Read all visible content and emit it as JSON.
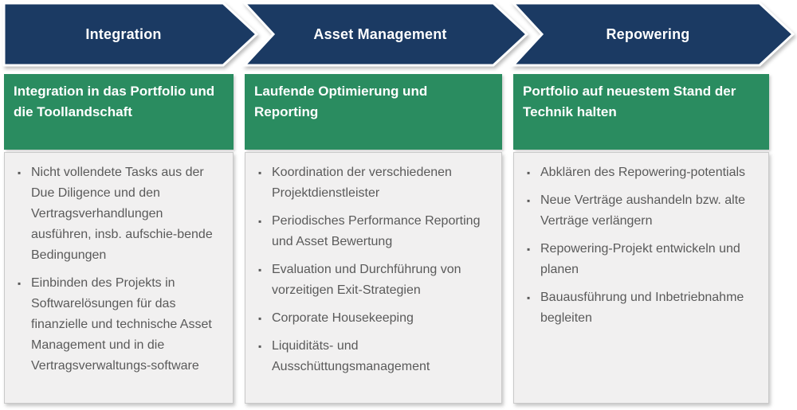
{
  "colors": {
    "chevron_navy": "#1B3A63",
    "subtitle_green": "#2A8C60",
    "body_gray": "#F1F0F0",
    "body_border": "#C9C9C9",
    "bullet_text": "#5A5A5A",
    "label_white": "#FFFFFF"
  },
  "columns": [
    {
      "phase": "Integration",
      "subtitle": "Integration in das Portfolio und die Toollandschaft",
      "bullets": [
        "Nicht vollendete Tasks aus der Due Diligence und den Vertragsverhandlungen ausführen, insb. aufschie-bende Bedingungen",
        "Einbinden des Projekts in Softwarelösungen für das finanzielle und technische Asset Management und in die Vertragsverwaltungs-software"
      ]
    },
    {
      "phase": "Asset Management",
      "subtitle": "Laufende Optimierung und Reporting",
      "bullets": [
        "Koordination der verschiedenen Projektdienstleister",
        "Periodisches Performance Reporting und Asset Bewertung",
        "Evaluation und Durchführung von vorzeitigen Exit-Strategien",
        "Corporate Housekeeping",
        "Liquiditäts- und Ausschüttungsmanagement"
      ]
    },
    {
      "phase": "Repowering",
      "subtitle": "Portfolio auf neuestem Stand der Technik halten",
      "bullets": [
        "Abklären des Repowering-potentials",
        "Neue Verträge aushandeln bzw. alte Verträge verlängern",
        "Repowering-Projekt entwickeln und planen",
        "Bauausführung und Inbetriebnahme begleiten"
      ]
    }
  ]
}
